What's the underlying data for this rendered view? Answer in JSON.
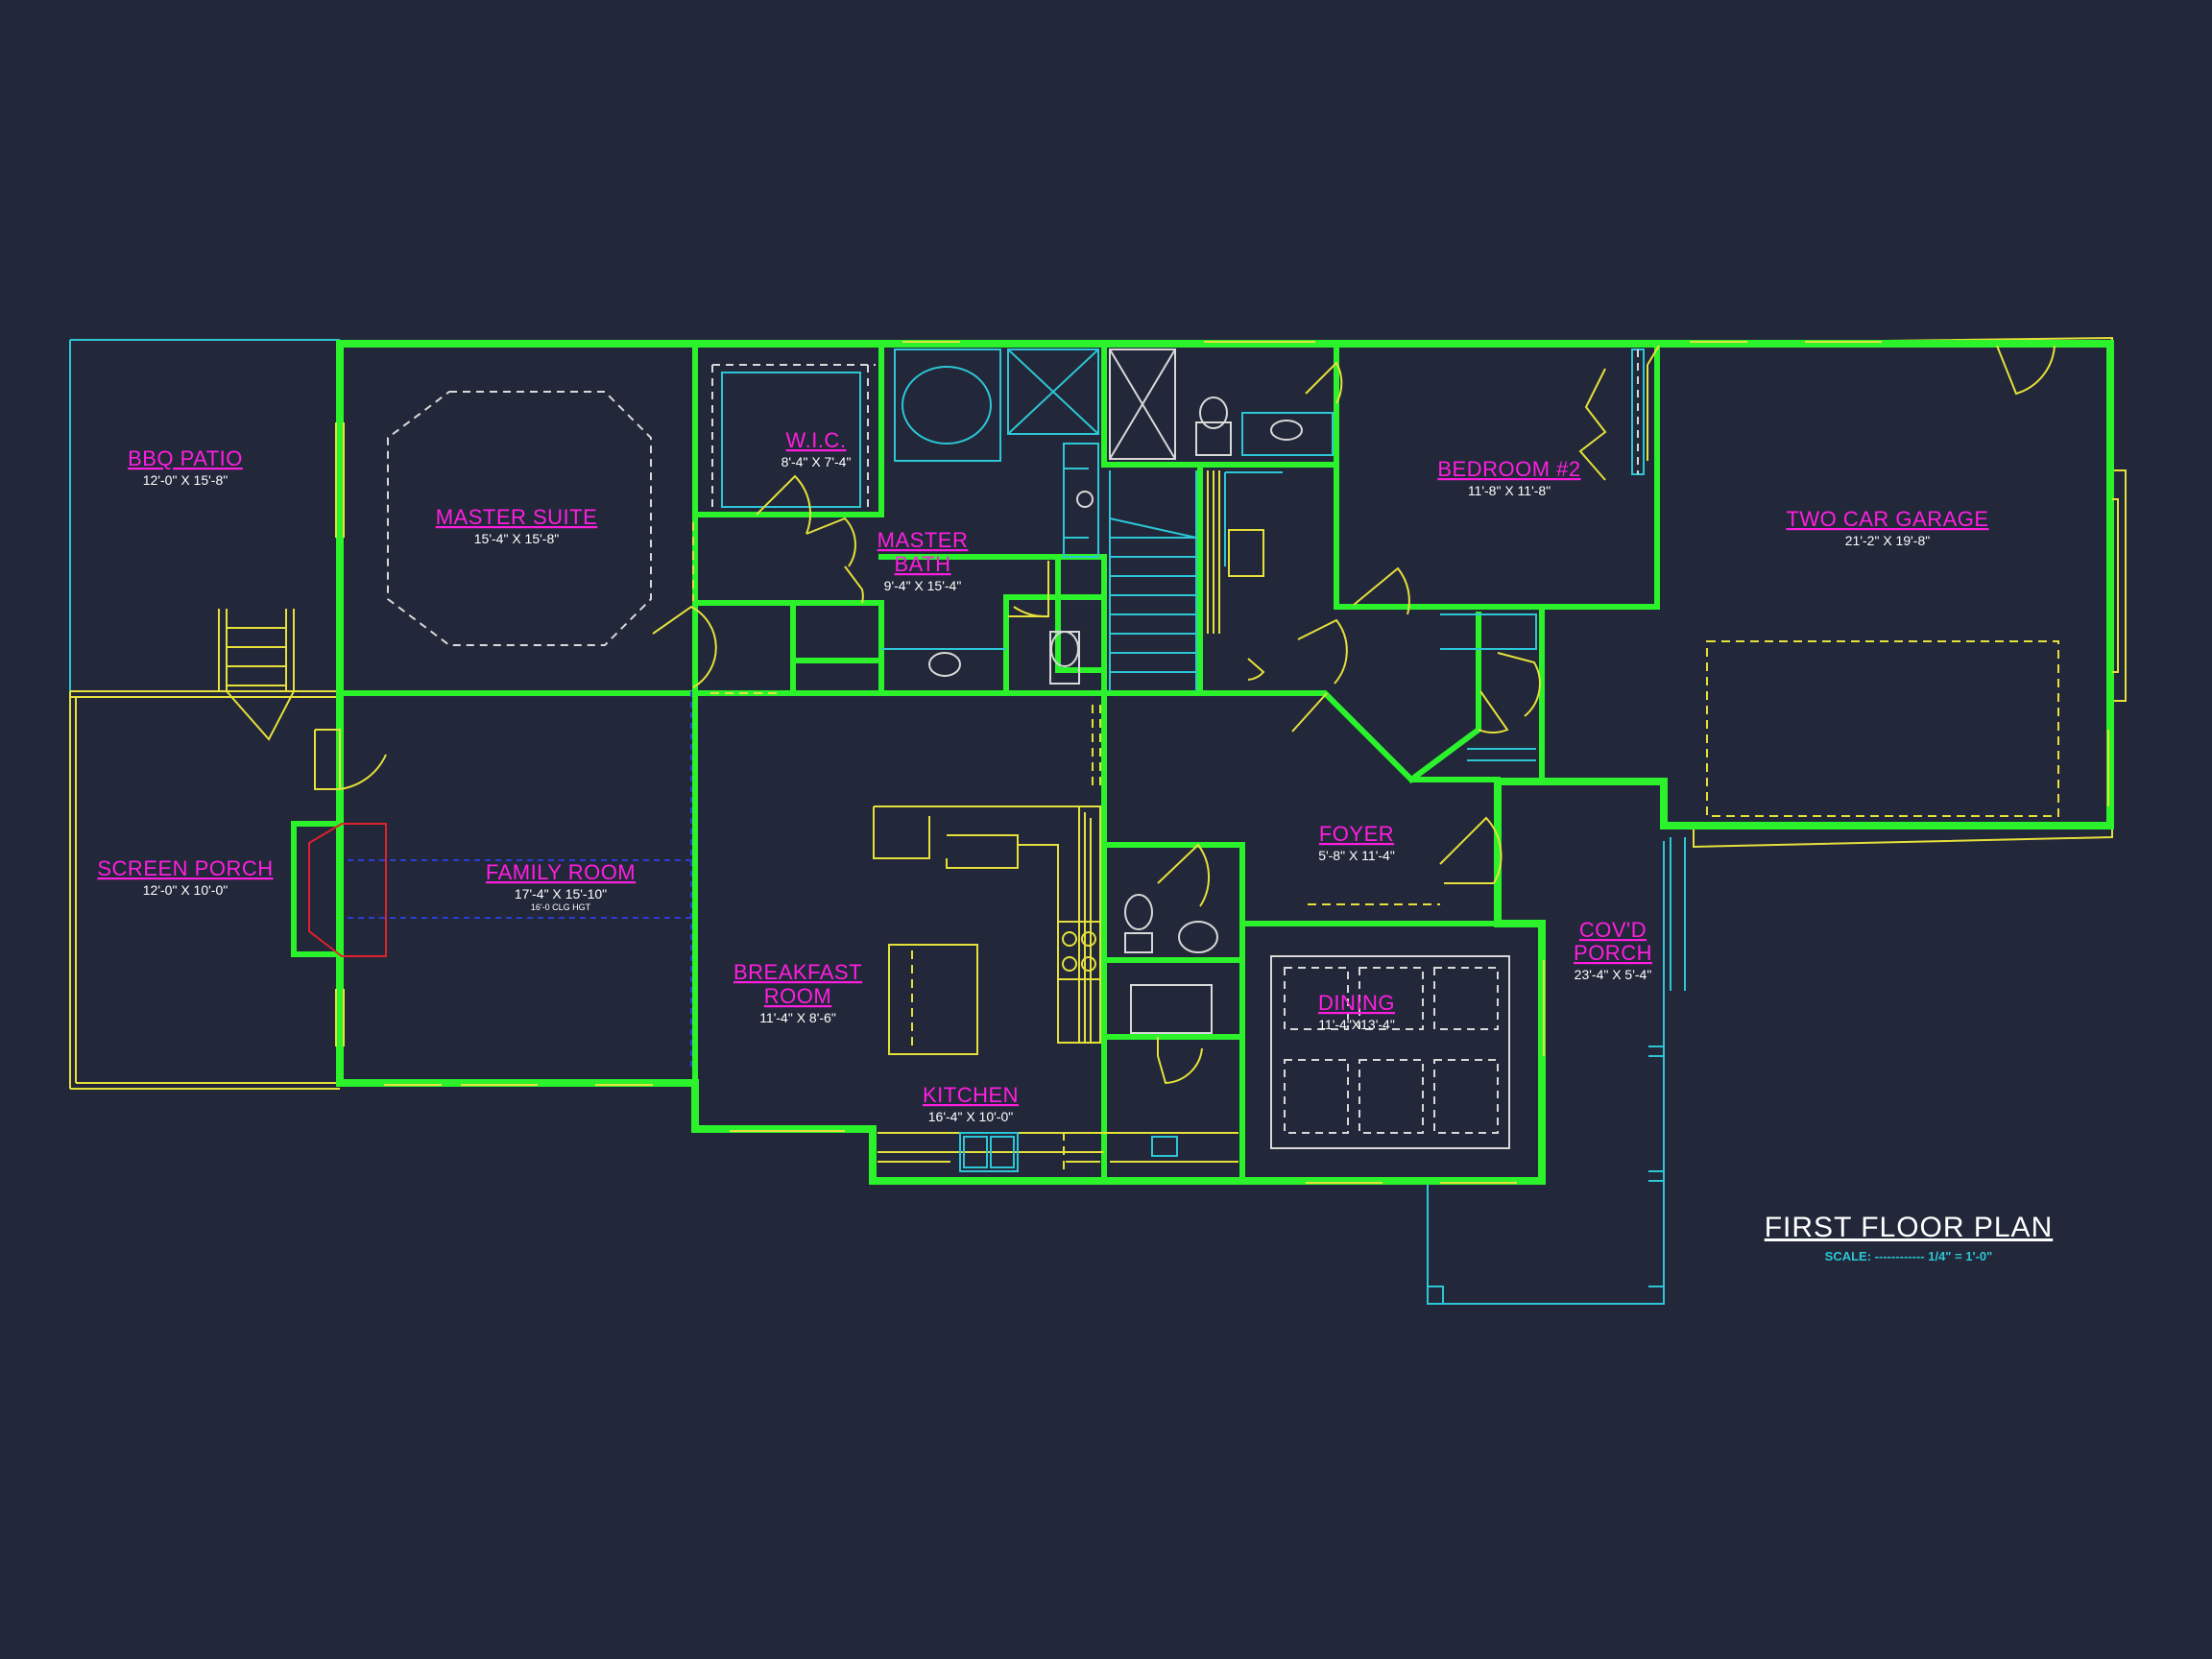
{
  "colors": {
    "background": "#222839",
    "walls": "#2bf22b",
    "room_labels": "#ff1ee0",
    "dimensions": "#ffffff",
    "fixtures": "#e6e03a",
    "plumbing": "#2cc6d6"
  },
  "rooms": {
    "bbq_patio": {
      "name": "BBQ PATIO",
      "dim": "12'-0\" X 15'-8\""
    },
    "master_suite": {
      "name": "MASTER SUITE",
      "dim": "15'-4\" X 15'-8\""
    },
    "wic": {
      "name": "W.I.C.",
      "dim": "8'-4\" X 7'-4\""
    },
    "master_bath": {
      "name1": "MASTER",
      "name2": "BATH",
      "dim": "9'-4\" X 15'-4\""
    },
    "bedroom2": {
      "name": "BEDROOM #2",
      "dim": "11'-8\" X 11'-8\""
    },
    "garage": {
      "name": "TWO CAR GARAGE",
      "dim": "21'-2\" X 19'-8\""
    },
    "screen_porch": {
      "name": "SCREEN PORCH",
      "dim": "12'-0\" X 10'-0\""
    },
    "family_room": {
      "name": "FAMILY ROOM",
      "dim": "17'-4\" X 15'-10\"",
      "note": "16'-0 CLG HGT"
    },
    "foyer": {
      "name": "FOYER",
      "dim": "5'-8\" X 11'-4\""
    },
    "covd_porch": {
      "name1": "COV'D",
      "name2": "PORCH",
      "dim": "23'-4\" X 5'-4\""
    },
    "breakfast": {
      "name1": "BREAKFAST",
      "name2": "ROOM",
      "dim": "11'-4\" X 8'-6\""
    },
    "dining": {
      "name": "DINING",
      "dim": "11'-4\"X13'-4\""
    },
    "kitchen": {
      "name": "KITCHEN",
      "dim": "16'-4\" X 10'-0\""
    }
  },
  "plan": {
    "title": "FIRST FLOOR PLAN",
    "scale": "SCALE: ------------ 1/4\" = 1'-0\""
  }
}
